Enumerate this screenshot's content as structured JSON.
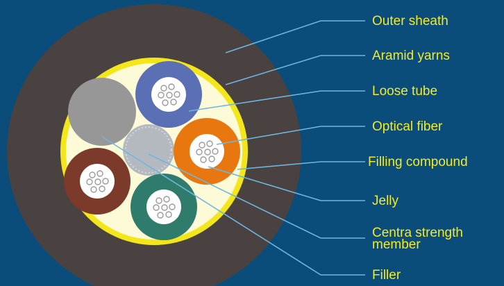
{
  "labels": {
    "outer_sheath": "Outer sheath",
    "aramid_yarns": "Aramid yarns",
    "loose_tube": "Loose tube",
    "optical_fiber": "Optical fiber",
    "filling_compound": "Filling compound",
    "jelly": "Jelly",
    "central_strength_member_line1": "Centra strength",
    "central_strength_member_line2": "member",
    "filler": "Filler"
  },
  "colors": {
    "background": "#0a4d7a",
    "label_text": "#f2ea2a",
    "leader_line": "#6fb6df",
    "outer_sheath": "#4a4240",
    "aramid_yarns": "#f3e71c",
    "filling_compound": "#fdfad8",
    "tube_blue": "#5b6fb4",
    "tube_orange": "#e9770f",
    "tube_brown": "#7b3a2a",
    "tube_green": "#2f7b6c",
    "filler": "#979797",
    "central_strength_member": "#b4b8bf"
  }
}
